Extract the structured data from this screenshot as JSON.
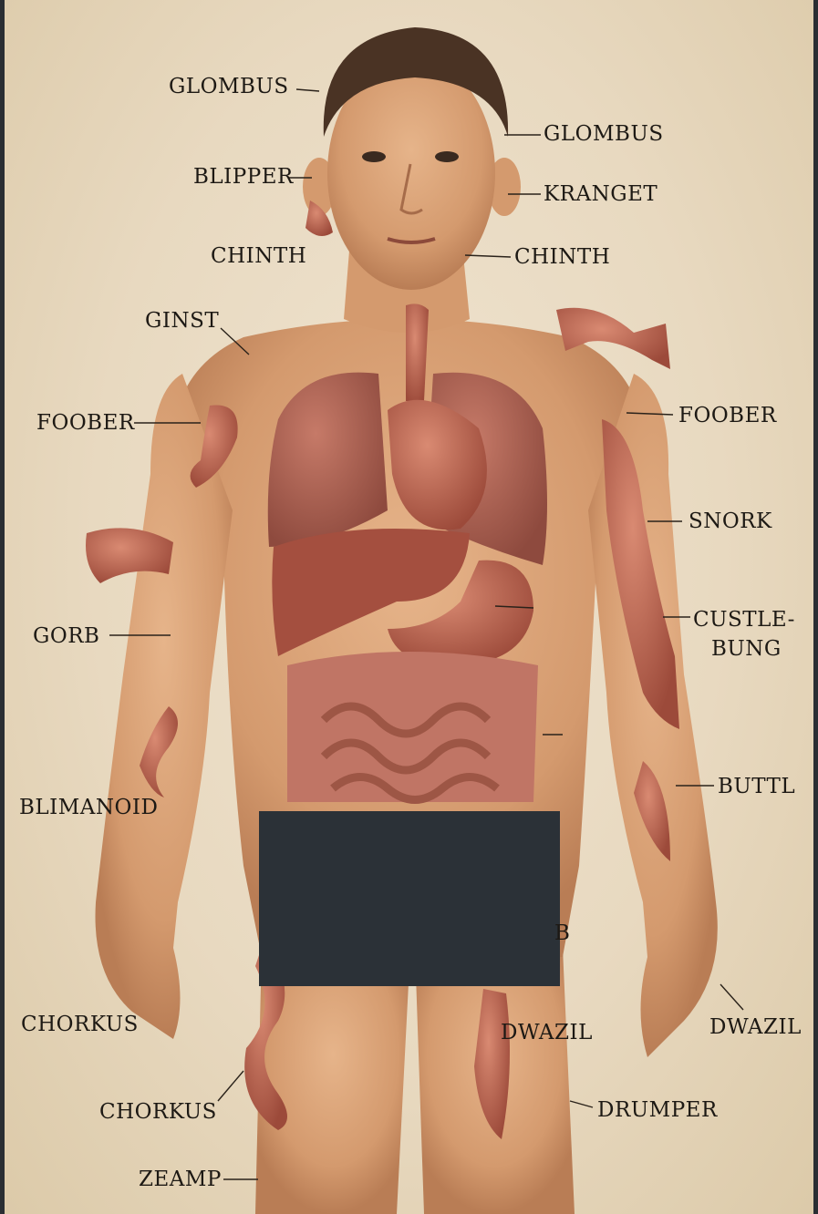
{
  "labels": {
    "glombus_left": "GLOMBUS",
    "glombus_right": "GLOMBUS",
    "blipper": "BLIPPER",
    "kranget": "KRANGET",
    "chinth_left": "CHINTH",
    "chinth_right": "CHINTH",
    "ginst": "GINST",
    "foober_left": "FOOBER",
    "foober_right": "FOOBER",
    "snork": "SNORK",
    "gorb": "GORB",
    "custlebung_1": "CUSTLE-",
    "custlebung_2": "BUNG",
    "buttl": "BUTTL",
    "blimanoid": "BLIMANOID",
    "partial_b": "B",
    "chorkus_left": "CHORKUS",
    "dwazil_center": "DWAZIL",
    "dwazil_right": "DWAZIL",
    "chorkus_bottom": "CHORKUS",
    "drumper": "DRUMPER",
    "zeamp": "ZEAMP"
  },
  "colors": {
    "background": "#e8d9c0",
    "skin": "#d9a47a",
    "organ": "#b85e4a",
    "text": "#1d1914",
    "redaction": "#2b3137"
  }
}
